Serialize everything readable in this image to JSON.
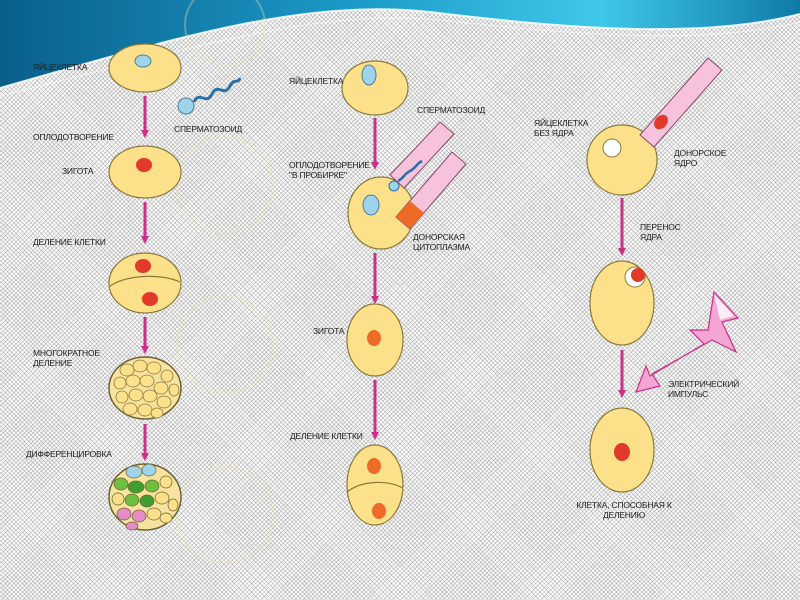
{
  "colors": {
    "banner_dark": "#0b6d99",
    "banner_light": "#39c5e6",
    "cell_fill": "#fde08a",
    "cell_stroke": "#8a7a3a",
    "nucleus_red": "#e23a2a",
    "nucleus_orange": "#ef6a26",
    "nucleus_blue": "#9fd3ea",
    "arrow_magenta": "#cc2f88",
    "pipette_pink": "#f7c3dc",
    "pulse_pink": "#f3a6d2"
  },
  "column_left": {
    "egg_label": "ЯЙЦЕКЛЕТКА",
    "sperm_label": "СПЕРМАТОЗОИД",
    "fertilization_label": "ОПЛОДОТВОРЕНИЕ",
    "zygote_label": "ЗИГОТА",
    "cell_division_label": "ДЕЛЕНИЕ КЛЕТКИ",
    "multiple_division_label": "МНОГОКРАТНОЕ ДЕЛЕНИЕ",
    "differentiation_label": "ДИФФЕРЕНЦИРОВКА"
  },
  "column_middle": {
    "egg_label": "ЯЙЦЕКЛЕТКА",
    "sperm_label": "СПЕРМАТОЗОИД",
    "in_vitro_label": "ОПЛОДОТВОРЕНИЕ \"В ПРОБИРКЕ\"",
    "donor_cytoplasm_label": "ДОНОРСКАЯ ЦИТОПЛАЗМА",
    "zygote_label": "ЗИГОТА",
    "cell_division_label": "ДЕЛЕНИЕ КЛЕТКИ"
  },
  "column_right": {
    "enucleated_egg_label": "ЯЙЦЕКЛЕТКА БЕЗ ЯДРА",
    "donor_nucleus_label": "ДОНОРСКОЕ ЯДРО",
    "nucleus_transfer_label": "ПЕРЕНОС ЯДРА",
    "electric_pulse_label": "ЭЛЕКТРИЧЕСКИЙ ИМПУЛЬС",
    "dividing_cell_label": "КЛЕТКА, СПОСОБНАЯ К ДЕЛЕНИЮ"
  }
}
